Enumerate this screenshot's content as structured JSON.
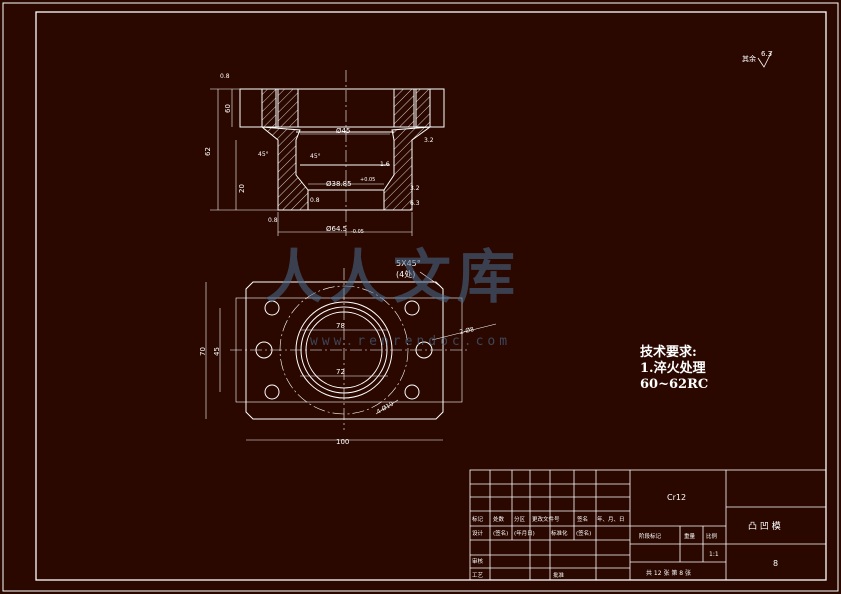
{
  "watermark": {
    "brand": "人人文库",
    "url": "www.renrendoc.com"
  },
  "roughness_note": {
    "label": "其余",
    "value": "6.3"
  },
  "front_view": {
    "dim_height_total": "62",
    "dim_top": "60",
    "dim_mid": "20",
    "dim_bore": "Ø45",
    "dim_bore_small": "Ø38.85",
    "dim_bore_small_tol": "+0.05",
    "dim_base": "Ø64.5",
    "dim_base_tol": "-0.05",
    "angle_1": "45°",
    "angle_2": "45°",
    "rough_1": "0.8",
    "rough_2": "0.8",
    "rough_3": "0.8",
    "rough_4": "3.2",
    "rough_5": "3.2",
    "rough_6": "6.3",
    "rough_7": "1.6"
  },
  "top_view": {
    "chamfer": "5X45°",
    "chamfer_count": "(4处)",
    "dim_70": "70",
    "dim_45": "45",
    "dim_100": "100",
    "dim_78": "78",
    "dim_72": "72",
    "holes": "4-Ø10",
    "slot": "2-Ø8"
  },
  "tech_requirements": {
    "title": "技术要求:",
    "item1": "1.淬火处理",
    "item2": "60~62RC"
  },
  "title_block": {
    "material": "Cr12",
    "part_name": "凸 凹 模",
    "sheet_no": "8",
    "scale": "1:1",
    "sheet_info": "共 12 张 第 8 张",
    "row_labels": {
      "marker": "标记",
      "count": "处数",
      "zone": "分区",
      "doc": "更改文件号",
      "sign": "签名",
      "date": "年、月、日",
      "design": "设计",
      "sign_name": "(签名)",
      "date_val": "(年月日)",
      "standard": "标准化",
      "sign_name2": "(签名)",
      "stage": "阶段标记",
      "weight": "重量",
      "ratio": "比例",
      "review": "审核",
      "process": "工艺",
      "approve": "批准"
    }
  },
  "colors": {
    "background": "#2a0800",
    "lines": "#ffffff",
    "hatch": "#ffffff"
  }
}
